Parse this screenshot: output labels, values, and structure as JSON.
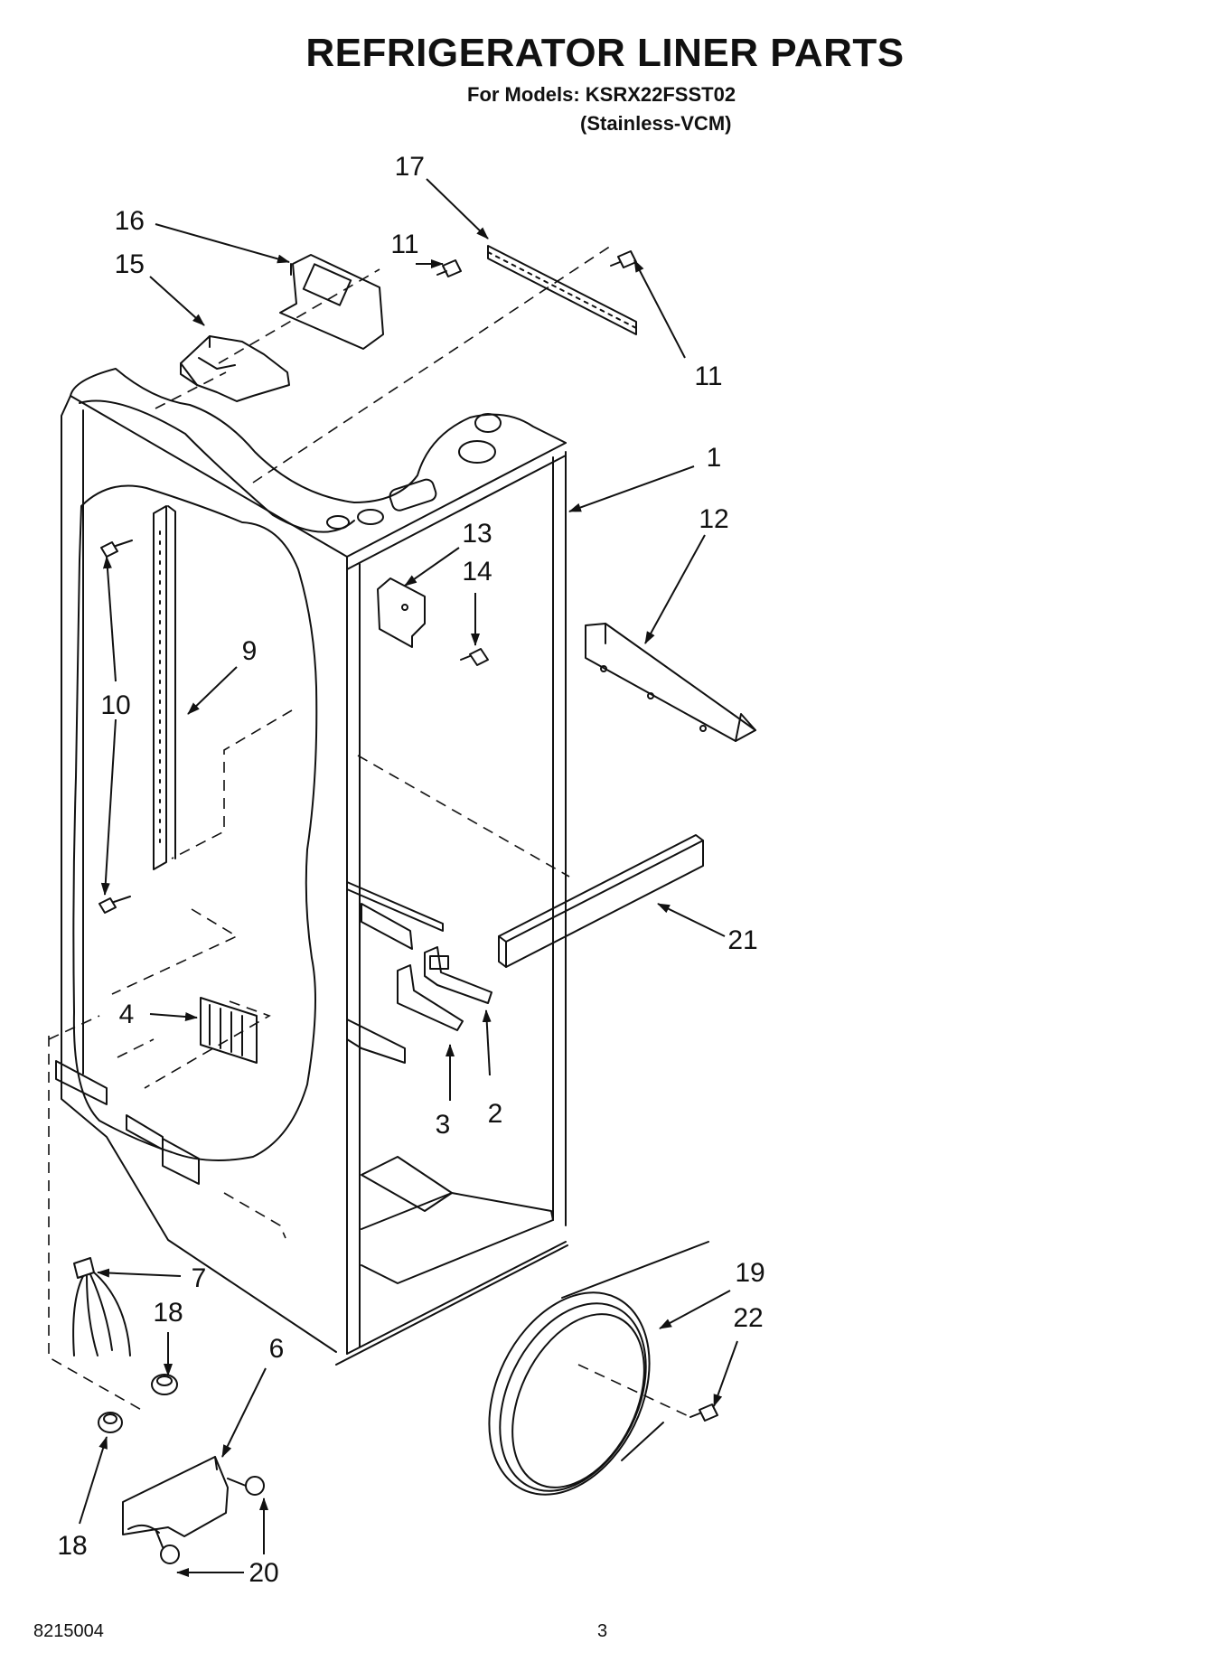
{
  "header": {
    "title": "REFRIGERATOR LINER PARTS",
    "models_line": "For Models: KSRX22FSST02",
    "variant_line": "(Stainless-VCM)"
  },
  "callouts": {
    "c1": "1",
    "c2": "2",
    "c3": "3",
    "c4": "4",
    "c6": "6",
    "c7": "7",
    "c9": "9",
    "c10": "10",
    "c11a": "11",
    "c11b": "11",
    "c12": "12",
    "c13": "13",
    "c14": "14",
    "c15": "15",
    "c16": "16",
    "c17": "17",
    "c18a": "18",
    "c18b": "18",
    "c19": "19",
    "c20": "20",
    "c21": "21",
    "c22": "22"
  },
  "footer": {
    "doc_number": "8215004",
    "page_number": "3"
  }
}
